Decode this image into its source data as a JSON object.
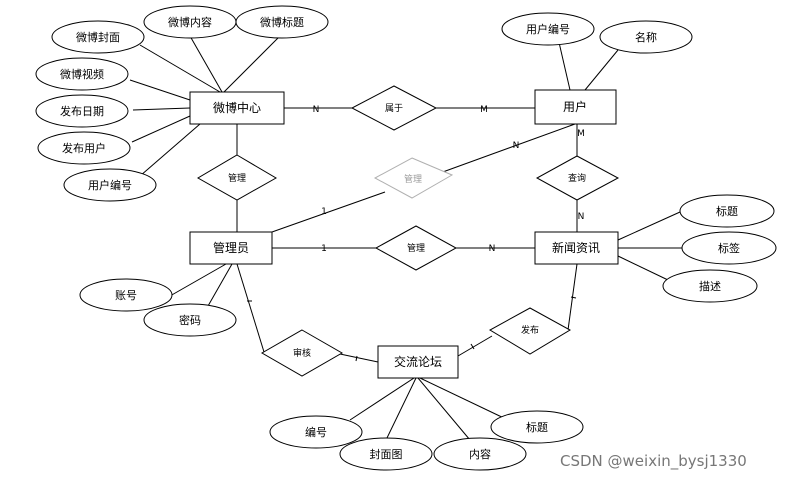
{
  "entities": {
    "weibo_center": "微博中心",
    "user": "用户",
    "admin": "管理员",
    "news": "新闻资讯",
    "forum": "交流论坛"
  },
  "relationships": {
    "belongs_to": "属于",
    "manage_weibo": "管理",
    "manage_user": "管理",
    "manage_news": "管理",
    "browse": "查询",
    "publish": "发布",
    "review": "审核"
  },
  "attributes": {
    "weibo_cover": "微博封面",
    "weibo_content": "微博内容",
    "weibo_title": "微博标题",
    "weibo_video": "微博视频",
    "publish_date": "发布日期",
    "publish_user": "发布用户",
    "weibo_user_no": "用户编号",
    "user_no": "用户编号",
    "user_name": "名称",
    "account": "账号",
    "password": "密码",
    "news_title": "标题",
    "news_tag": "标签",
    "news_desc": "描述",
    "forum_no": "编号",
    "forum_cover": "封面图",
    "forum_content": "内容",
    "forum_title": "标题"
  },
  "cardinalities": {
    "weibo_belongs": "N",
    "belongs_user": "M",
    "admin_manage_user": "1",
    "manage_user_user": "N",
    "admin_manage_news": "1",
    "manage_news_news": "N",
    "user_browse": "M",
    "browse_news": "N"
  },
  "watermark": "CSDN @weixin_bysj1330"
}
